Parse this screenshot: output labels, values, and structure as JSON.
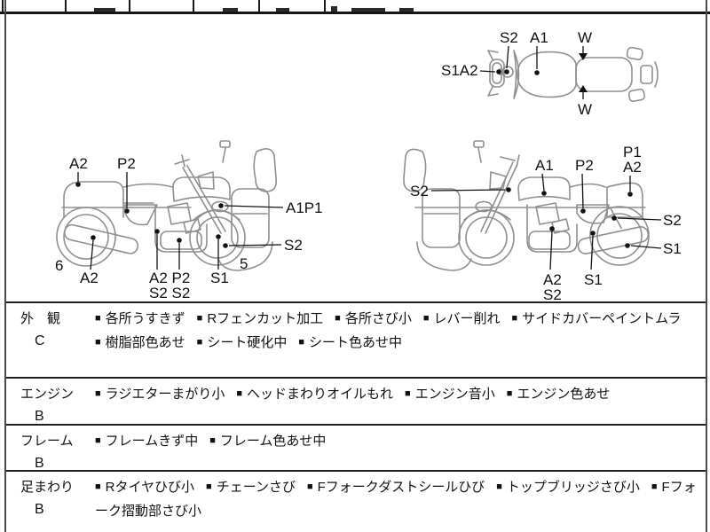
{
  "diagrams": {
    "top_view": {
      "labels": {
        "s1a2": "S1A2",
        "s2_mirror": "S2",
        "a1_tank": "A1",
        "w_top": "W",
        "w_bottom": "W"
      }
    },
    "left_view": {
      "labels": {
        "a2_tail": "A2",
        "p2_sidecover": "P2",
        "a1p1_fender": "A1P1",
        "s2_front_wheel": "S2",
        "a2_muffler": "A2",
        "engine_line1": "A2 P2",
        "engine_line2": "S2 S2",
        "s1_fork": "S1",
        "num_rear": "6",
        "num_front": "5"
      }
    },
    "right_view": {
      "labels": {
        "s2_front": "S2",
        "a1_tank": "A1",
        "p2_sidecover": "P2",
        "p1_tail": "P1",
        "a2_tail": "A2",
        "s2_rear": "S2",
        "s1_rear_wheel": "S1",
        "a2_engine": "A2",
        "s2_engine": "S2",
        "s1_swingarm": "S1"
      }
    }
  },
  "condition_table": {
    "bullet": "■",
    "rows": [
      {
        "section": "外　観",
        "grade": "C",
        "items": [
          "各所うすきず",
          "Rフェンカット加工",
          "各所さび小",
          "レバー削れ",
          "サイドカバーペイントムラ",
          "樹脂部色あせ",
          "シート硬化中",
          "シート色あせ中"
        ]
      },
      {
        "section": "エンジン",
        "grade": "B",
        "items": [
          "ラジエターまがり小",
          "ヘッドまわりオイルもれ",
          "エンジン音小",
          "エンジン色あせ"
        ]
      },
      {
        "section": "フレーム",
        "grade": "B",
        "items": [
          "フレームきず中",
          "フレーム色あせ中"
        ]
      },
      {
        "section": "足まわり",
        "grade": "B",
        "items": [
          "Rタイヤひび小",
          "チェーンさび",
          "Fフォークダストシールひび",
          "トップブリッジさび小",
          "Fフォーク摺動部さび小"
        ]
      }
    ]
  }
}
